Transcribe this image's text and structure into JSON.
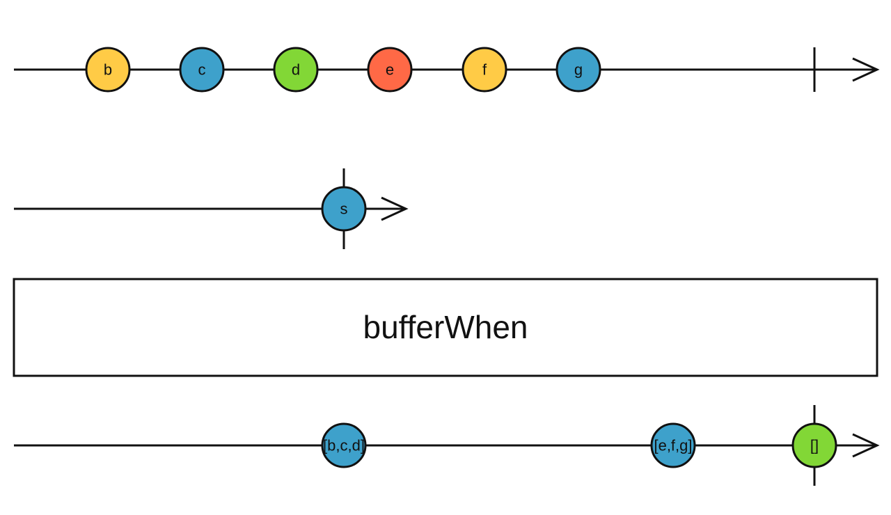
{
  "operator": "bufferWhen",
  "colors": {
    "yellow": "#ffcb46",
    "blue": "#3ea1cb",
    "green": "#82d736",
    "red": "#ff6946",
    "stroke": "#111111"
  },
  "source": {
    "marbles": [
      {
        "label": "b",
        "color": "yellow"
      },
      {
        "label": "c",
        "color": "blue"
      },
      {
        "label": "d",
        "color": "green"
      },
      {
        "label": "e",
        "color": "red"
      },
      {
        "label": "f",
        "color": "yellow"
      },
      {
        "label": "g",
        "color": "blue"
      }
    ],
    "completes": true
  },
  "closing": {
    "marbles": [
      {
        "label": "s",
        "color": "blue"
      }
    ],
    "completes": true
  },
  "output": {
    "marbles": [
      {
        "label": "[b,c,d]",
        "color": "blue"
      },
      {
        "label": "[e,f,g]",
        "color": "blue"
      },
      {
        "label": "[]",
        "color": "green"
      }
    ],
    "completes": true
  }
}
